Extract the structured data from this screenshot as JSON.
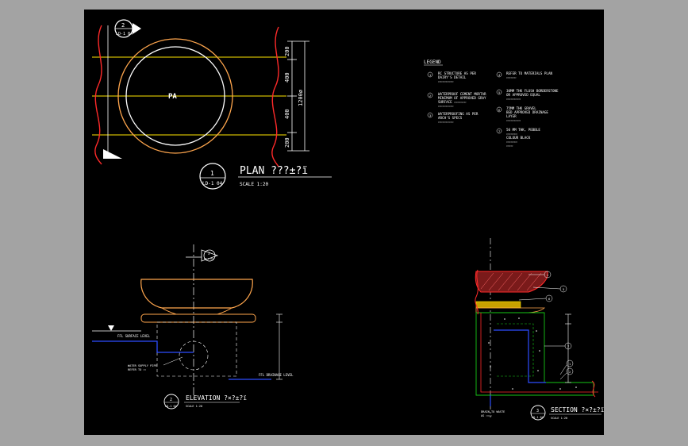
{
  "plan": {
    "section_marker": {
      "num": "2",
      "ref": "LD-1 04"
    },
    "pa_label": "PA",
    "dims": [
      "200",
      "400",
      "400",
      "200"
    ],
    "total_dim": "1200ø",
    "title": {
      "num": "1",
      "ref": "LD-1 04",
      "text": "PLAN ???±?ï",
      "scale": "SCALE  1:20"
    }
  },
  "legend": {
    "title": "LEGEND",
    "left": [
      {
        "num": "1",
        "lines": [
          "RC STRUCTURE AS PER",
          "DAIRY'S DETAIL",
          "⸗⸗⸗⸗⸗⸗⸗⸗⸗⸗⸗⸗⸗⸗"
        ]
      },
      {
        "num": "2",
        "lines": [
          "WATERPROOF CEMENT MORTAR",
          "MINIMUM OF APPROVED GRAY",
          "SURFACE ⸗⸗⸗⸗⸗⸗⸗⸗⸗⸗⸗",
          "⸗⸗⸗⸗⸗⸗⸗⸗⸗⸗⸗⸗⸗⸗"
        ]
      },
      {
        "num": "3",
        "lines": [
          "WATERPROOFING AS PER",
          "ARCH'S SPECS",
          "⸗⸗⸗⸗⸗⸗⸗⸗⸗⸗⸗⸗⸗⸗"
        ]
      }
    ],
    "right": [
      {
        "num": "4",
        "lines": [
          "REFER TO MATERIALS PLAN",
          "⸗⸗⸗⸗⸗⸗⸗⸗⸗"
        ]
      },
      {
        "num": "5",
        "lines": [
          "30MM THK FLUSH BORDERSTONE",
          "OR APPROVED EQUAL",
          "⸗⸗⸗⸗⸗⸗⸗⸗⸗⸗⸗⸗⸗"
        ]
      },
      {
        "num": "6",
        "lines": [
          "75MM THK GRAVEL",
          "BED APPROVED DRAINAGE",
          "LAYER",
          "⸗⸗⸗⸗⸗⸗⸗⸗⸗⸗⸗⸗⸗"
        ]
      },
      {
        "num": "7",
        "lines": [
          "50 MM THK, PEBBLE",
          "⸗⸗⸗⸗⸗⸗⸗⸗⸗⸗",
          "COLOUR BLACK",
          "⸗⸗⸗⸗⸗⸗⸗⸗⸗⸗",
          "⸗⸗⸗⸗⸗⸗"
        ]
      }
    ]
  },
  "elevation": {
    "level_left": "FFL SURFACE LEVEL",
    "level_right": "FFL DRAINAGE LEVEL",
    "pipe_note": [
      "WATER SUPPLY PIPE",
      "REFER TO ⸗⸗⸗"
    ],
    "section_marker": {
      "num": "3",
      "ref": "LD-1 04"
    },
    "title": {
      "num": "2",
      "ref": "LD-1 04",
      "text": "ELEVATION ?×?±?ï",
      "scale": "SCALE       1:20"
    }
  },
  "section": {
    "drain_note": [
      "DRAIN TO WASTE",
      "AS ⸗⸗⸗⸗⸗⸗"
    ],
    "callouts": [
      "1",
      "5",
      "6",
      "7",
      "1",
      "2"
    ],
    "title": {
      "num": "3",
      "ref": "LD-1 04",
      "text": "SECTION ?×?±?ï",
      "scale": "SCALE       1:20"
    }
  },
  "colors": {
    "viewport_bg": "#000000",
    "frame": "#a3a3a3",
    "line_white": "#ffffff",
    "line_yellow": "#ffe600",
    "line_orange": "#ffa64d",
    "line_red": "#ff2a2a",
    "line_blue": "#2d4dff",
    "line_green": "#16c616"
  }
}
